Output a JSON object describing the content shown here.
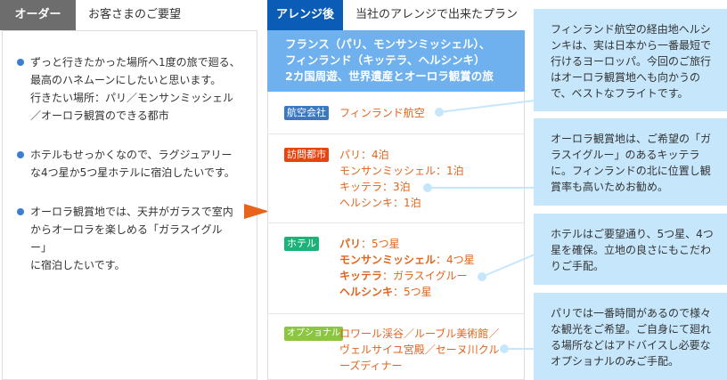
{
  "order": {
    "tab_label": "オーダー",
    "subtitle": "お客さまのご要望",
    "items": [
      {
        "lines": [
          "ずっと行きたかった場所へ1度の旅で廻る、",
          "最高のハネムーンにしたいと思います。",
          "行きたい場所：パリ／モンサンミッシェル",
          "／オーロラ観賞のできる都市"
        ]
      },
      {
        "lines": [
          "ホテルもせっかくなので、ラグジュアリー",
          "な4つ星か5つ星ホテルに宿泊したいです。"
        ]
      },
      {
        "lines": [
          "オーロラ観賞地では、天井がガラスで室内",
          "からオーロラを楽しめる「ガラスイグル",
          "ー」",
          "に宿泊したいです。"
        ]
      }
    ]
  },
  "arrange": {
    "tab_label": "アレンジ後",
    "subtitle": "当社のアレンジで出来たプラン",
    "plan_title": [
      "フランス（パリ、モンサンミッシェル）、",
      "フィンランド（キッテラ、ヘルシンキ）",
      "2カ国周遊、世界遺産とオーロラ観賞の旅"
    ],
    "rows": [
      {
        "badge": "航空会社",
        "badge_color": "#3b78c2",
        "lines": [
          "フィンランド航空"
        ]
      },
      {
        "badge": "訪問都市",
        "badge_color": "#e8440f",
        "lines": [
          "パリ：4泊",
          "モンサンミッシェル：1泊",
          "キッテラ：3泊",
          "ヘルシンキ：1泊"
        ]
      },
      {
        "badge": "ホテル",
        "badge_color": "#1cb27a",
        "hotels": [
          {
            "city": "パリ",
            "value": "：5つ星"
          },
          {
            "city": "モンサンミッシェル",
            "value": "：4つ星"
          },
          {
            "city": "キッテラ",
            "value": "：ガラスイグルー"
          },
          {
            "city": "ヘルシンキ",
            "value": "：5つ星"
          }
        ]
      },
      {
        "badge": "オプショナル",
        "badge_color": "#8cc63f",
        "lines": [
          "ロワール渓谷／ルーブル美術館／",
          "ヴェルサイユ宮殿／セーヌ川クル",
          "ーズディナー"
        ]
      }
    ]
  },
  "notes": [
    {
      "lines": [
        "フィンランド航空の経由地ヘルシ",
        "ンキは、実は日本から一番最短で",
        "行けるヨーロッパ。今回のご旅行",
        "はオーロラ観賞地へも向かうの",
        "で、ベストなフライトです。"
      ]
    },
    {
      "lines": [
        "オーロラ観賞地は、ご希望の「ガ",
        "ラスイグルー」のあるキッテラ",
        "に。フィンランドの北に位置し観",
        "賞率も高いためお勧め。"
      ]
    },
    {
      "lines": [
        "ホテルはご要望通り、5つ星、4つ",
        "星を確保。立地の良さにもこだわ",
        "りご手配。"
      ]
    },
    {
      "lines": [
        "パリでは一番時間があるので様々",
        "な観光をご希望。ご自身にて廻れ",
        "る場所などはアドバイスし必要な",
        "オプショナルのみご手配。"
      ]
    }
  ],
  "colors": {
    "order_tab": "#6d6d6d",
    "arrange_tab": "#0b5cb5",
    "plan_header": "#6fb0ef",
    "note_bg": "#c5e6fb",
    "accent": "#e0641e",
    "arrow": "#e8641b"
  }
}
